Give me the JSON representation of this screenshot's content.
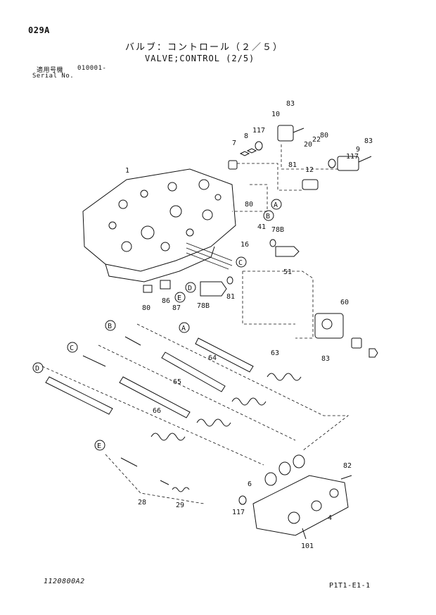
{
  "header": {
    "page_code": "029A",
    "title_jp": "バルブ：コントロール（２／５）",
    "title_en": "VALVE;CONTROL (2/5)",
    "serial_label_jp": "適用号機",
    "serial_value": "010001-",
    "serial_label_en": "Serial No."
  },
  "footer": {
    "drawing_id": "1120800A2",
    "page_ref": "P1T1-E1-1"
  },
  "part_labels": [
    "1",
    "4",
    "6",
    "7",
    "8",
    "9",
    "10",
    "12",
    "16",
    "20",
    "22",
    "28",
    "29",
    "41",
    "51",
    "60",
    "63",
    "64",
    "65",
    "66",
    "78B",
    "80",
    "81",
    "82",
    "83",
    "86",
    "87",
    "101",
    "117"
  ],
  "callout_letters": [
    "A",
    "B",
    "C",
    "D",
    "E"
  ]
}
